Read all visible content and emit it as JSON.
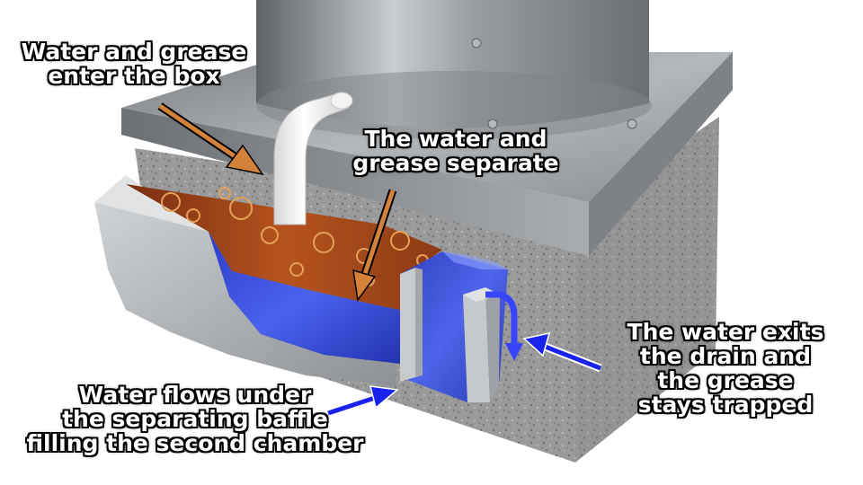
{
  "labels": {
    "enter": [
      "Water and grease",
      "enter the box"
    ],
    "separate": [
      "The water and",
      "grease separate"
    ],
    "exits": [
      "The water exits",
      "the drain and",
      "the grease",
      "stays trapped"
    ],
    "flows": [
      "Water flows under",
      "the separating baffle",
      "filling the second chamber"
    ]
  },
  "colors": {
    "orange_arrow": "#d4813a",
    "blue_arrow": "#1a22ee",
    "grease": "#a8461c",
    "water": "#3a4fe0",
    "steel": "#8d9195",
    "concrete": "#9c9c9c"
  }
}
